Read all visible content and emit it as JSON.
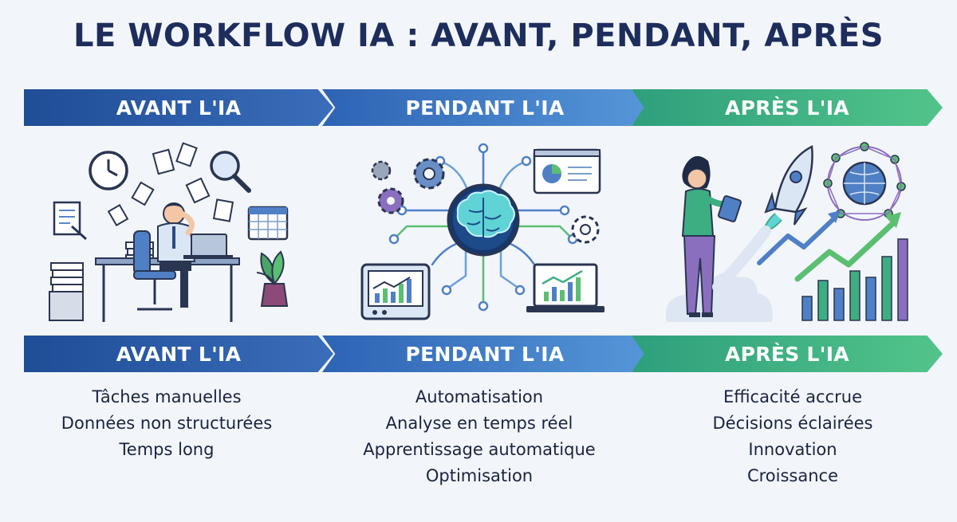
{
  "title": "LE WORKFLOW IA : AVANT, PENDANT, APRÈS",
  "columns": [
    {
      "header": "AVANT L'IA",
      "subheader": "AVANT L'IA",
      "items": [
        "Tâches manuelles",
        "Données non structurées",
        "Temps long"
      ],
      "color": "#1f4d96"
    },
    {
      "header": "PENDANT L'IA",
      "subheader": "PENDANT L'IA",
      "items": [
        "Automatisation",
        "Analyse en temps réel",
        "Apprentissage automatique",
        "Optimisation"
      ],
      "color": "#3f7fcb"
    },
    {
      "header": "APRÈS L'IA",
      "subheader": "APRÈS L'IA",
      "items": [
        "Efficacité accrue",
        "Décisions éclairées",
        "Innovation",
        "Croissance"
      ],
      "color": "#3dae82"
    }
  ]
}
